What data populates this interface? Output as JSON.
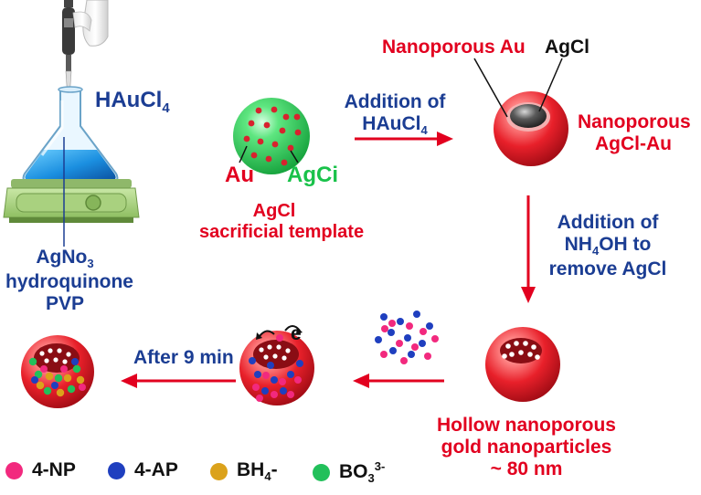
{
  "labels": {
    "haucl4_reagent": "HAuCl",
    "haucl4_reagent_sub": "4",
    "agno3_1": "AgNo",
    "agno3_1_sub": "3",
    "agno3_2": "hydroquinone",
    "agno3_3": "PVP",
    "au": "Au",
    "agci": "AgCi",
    "template_1": "AgCl",
    "template_2": "sacrificial template",
    "step1_1": "Addition of",
    "step1_2": "HAuCl",
    "step1_2_sub": "4",
    "nanoporous_au": "Nanoporous Au",
    "agcl_core": "AgCl",
    "nanoporous_agcl_au_1": "Nanoporous",
    "nanoporous_agcl_au_2": "AgCl-Au",
    "step2_1": "Addition of",
    "step2_2a": "NH",
    "step2_2_sub": "4",
    "step2_2b": "OH to",
    "step2_3": "remove AgCl",
    "hollow_1": "Hollow nanoporous",
    "hollow_2": "gold nanoparticles",
    "hollow_3": "~ 80 nm",
    "after_time": "After 9 min",
    "electron": "e"
  },
  "legend": [
    {
      "label": "4-NP",
      "color": "#f2297e"
    },
    {
      "label": "4-AP",
      "color": "#1f3fbf"
    },
    {
      "label": "BH",
      "sub": "4",
      "tail": "-",
      "color": "#dba21b"
    },
    {
      "label": "BO",
      "sub": "3",
      "sup": "3-",
      "color": "#22c05a"
    }
  ],
  "colors": {
    "arrow": "#e2001f",
    "sphere_red": "#e8202a",
    "sphere_green": "#31d45a",
    "text_blue": "#1b3d93"
  },
  "icons": [
    "pipette-icon",
    "erlenmeyer-flask-icon",
    "hotplate-stirrer-icon"
  ]
}
